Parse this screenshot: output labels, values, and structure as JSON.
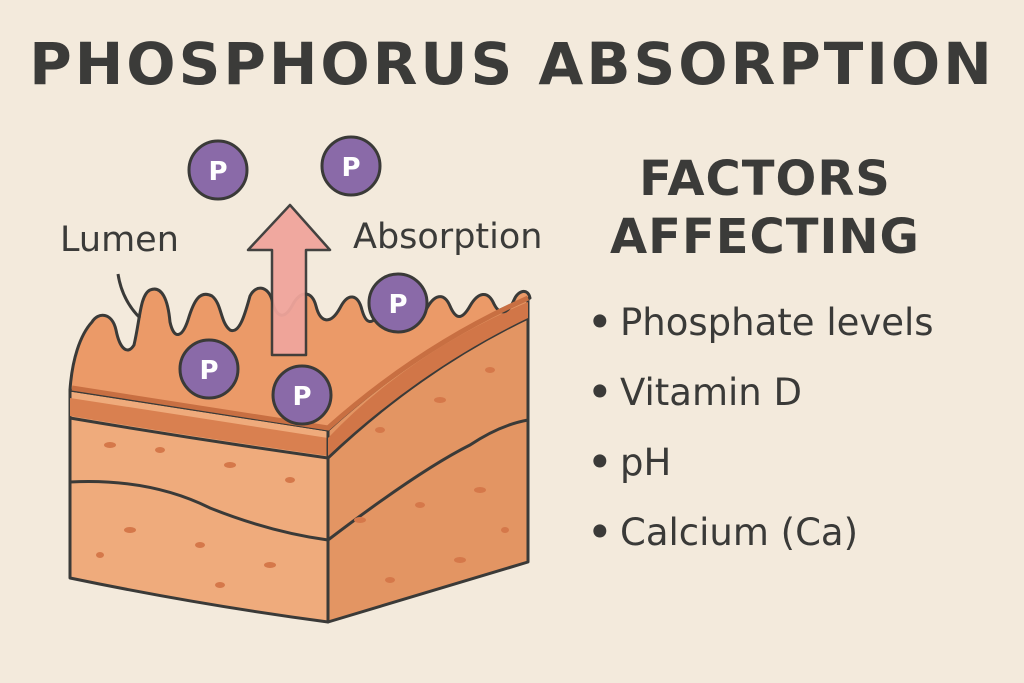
{
  "title": "PHOSPHORUS ABSORPTION",
  "labels": {
    "lumen": "Lumen",
    "absorption": "Absorption",
    "particle": "P"
  },
  "factors": {
    "heading_line1": "FACTORS",
    "heading_line2": "AFFECTING",
    "items": [
      "Phosphate levels",
      "Vitamin D",
      "pH",
      "Calcium (Ca)"
    ]
  },
  "colors": {
    "background": "#f3eadc",
    "tissue_top": "#eb9a68",
    "tissue_front": "#efab7c",
    "tissue_side": "#e39563",
    "particle": "#8a6aa8",
    "arrow": "#f0a59c",
    "outline": "#3a3a38"
  }
}
